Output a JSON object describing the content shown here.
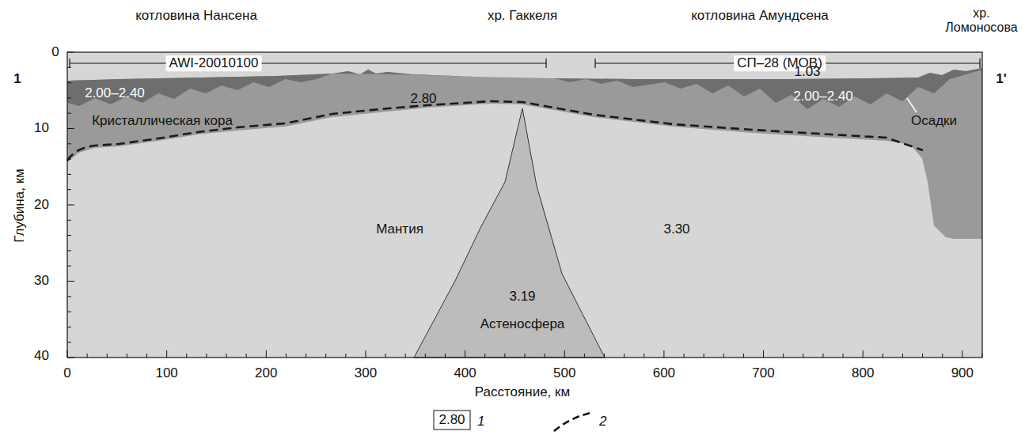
{
  "diagram": {
    "labels": [
      "котловина Нансена",
      "хр. Гаккеля",
      "котловина Амундсена",
      "хр. Ломоносова",
      "0",
      "1",
      "AWI-20010100",
      "СП–28 (МОВ)",
      "1'",
      "1.03",
      "2.00–2.40",
      "2.80",
      "2.00–2.40",
      "Кристаллическая кора",
      "Осадки",
      "10",
      "20",
      "30",
      "40",
      "Глубина, км",
      "Мантия",
      "3.30",
      "3.19",
      "Астеносфера",
      "0",
      "100",
      "200",
      "300",
      "400",
      "500",
      "600",
      "700",
      "800",
      "900",
      "Расстояние, км",
      "2.80"
    ],
    "legend": [
      {
        "text": "1"
      },
      {
        "text": "2"
      }
    ]
  }
}
